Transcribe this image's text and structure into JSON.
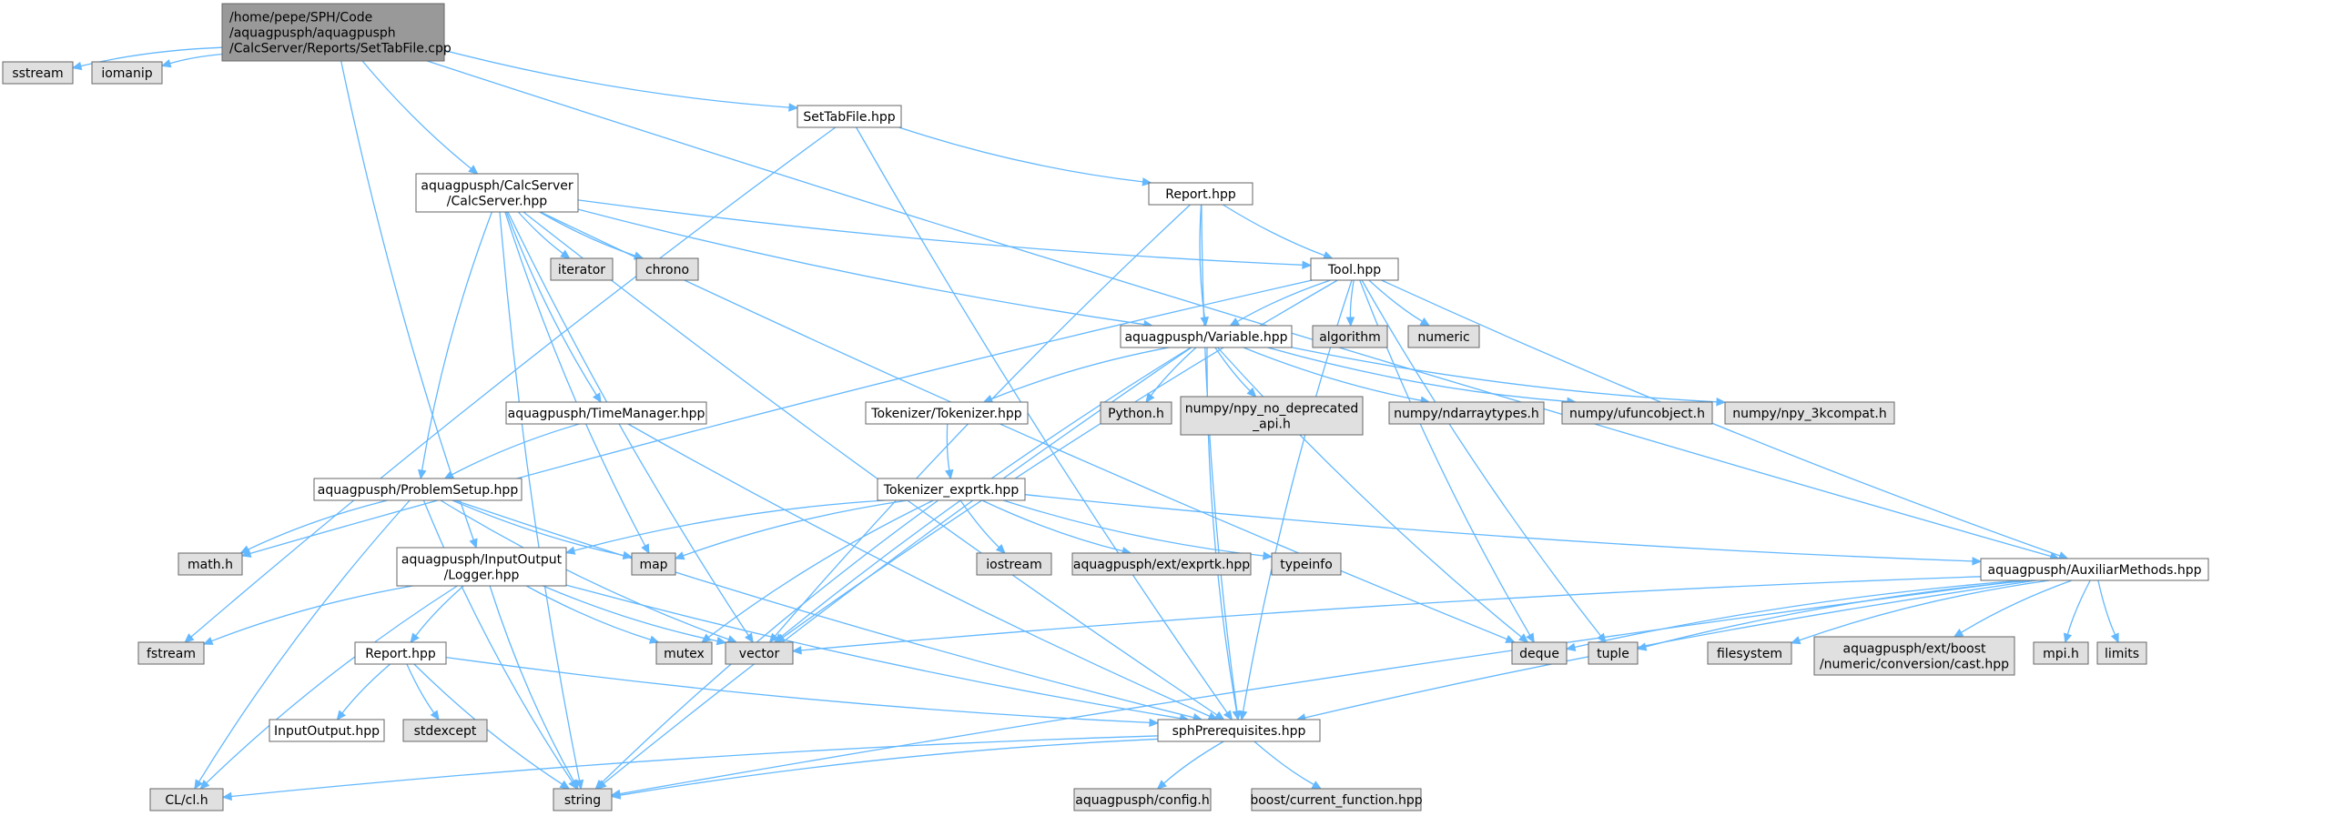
{
  "diagram": {
    "colors": {
      "edge": "#63b8ff",
      "node_project_fill": "#ffffff",
      "node_project_stroke": "#666666",
      "node_system_fill": "#e0e0e0",
      "node_system_stroke": "#999999",
      "node_root_fill": "#999999"
    },
    "nodes": [
      {
        "id": "root",
        "kind": "root",
        "lines": [
          "/home/pepe/SPH/Code",
          "/aquagpusph/aquagpusph",
          "/CalcServer/Reports/SetTabFile.cpp"
        ]
      },
      {
        "id": "sstream",
        "kind": "system",
        "lines": [
          "sstream"
        ]
      },
      {
        "id": "iomanip",
        "kind": "system",
        "lines": [
          "iomanip"
        ]
      },
      {
        "id": "settabfile_hpp",
        "kind": "project",
        "lines": [
          "SetTabFile.hpp"
        ]
      },
      {
        "id": "calcserver_hpp",
        "kind": "project",
        "lines": [
          "aquagpusph/CalcServer",
          "/CalcServer.hpp"
        ]
      },
      {
        "id": "report_hpp_a",
        "kind": "project",
        "lines": [
          "Report.hpp"
        ]
      },
      {
        "id": "iterator",
        "kind": "system",
        "lines": [
          "iterator"
        ]
      },
      {
        "id": "chrono",
        "kind": "system",
        "lines": [
          "chrono"
        ]
      },
      {
        "id": "tool_hpp",
        "kind": "project",
        "lines": [
          "Tool.hpp"
        ]
      },
      {
        "id": "algorithm",
        "kind": "system",
        "lines": [
          "algorithm"
        ]
      },
      {
        "id": "numeric",
        "kind": "system",
        "lines": [
          "numeric"
        ]
      },
      {
        "id": "variable_hpp",
        "kind": "project",
        "lines": [
          "aquagpusph/Variable.hpp"
        ]
      },
      {
        "id": "timemanager_hpp",
        "kind": "project",
        "lines": [
          "aquagpusph/TimeManager.hpp"
        ]
      },
      {
        "id": "tokenizer_hpp",
        "kind": "project",
        "lines": [
          "Tokenizer/Tokenizer.hpp"
        ]
      },
      {
        "id": "python_h",
        "kind": "system",
        "lines": [
          "Python.h"
        ]
      },
      {
        "id": "npy_no_dep",
        "kind": "system",
        "lines": [
          "numpy/npy_no_deprecated",
          "_api.h"
        ]
      },
      {
        "id": "ndarraytypes",
        "kind": "system",
        "lines": [
          "numpy/ndarraytypes.h"
        ]
      },
      {
        "id": "ufuncobject",
        "kind": "system",
        "lines": [
          "numpy/ufuncobject.h"
        ]
      },
      {
        "id": "npy_3kcompat",
        "kind": "system",
        "lines": [
          "numpy/npy_3kcompat.h"
        ]
      },
      {
        "id": "problemsetup_hpp",
        "kind": "project",
        "lines": [
          "aquagpusph/ProblemSetup.hpp"
        ]
      },
      {
        "id": "tokenizer_exprtk",
        "kind": "project",
        "lines": [
          "Tokenizer_exprtk.hpp"
        ]
      },
      {
        "id": "math_h",
        "kind": "system",
        "lines": [
          "math.h"
        ]
      },
      {
        "id": "map",
        "kind": "system",
        "lines": [
          "map"
        ]
      },
      {
        "id": "iostream",
        "kind": "system",
        "lines": [
          "iostream"
        ]
      },
      {
        "id": "exprtk",
        "kind": "system",
        "lines": [
          "aquagpusph/ext/exprtk.hpp"
        ]
      },
      {
        "id": "typeinfo",
        "kind": "system",
        "lines": [
          "typeinfo"
        ]
      },
      {
        "id": "logger_hpp",
        "kind": "project",
        "lines": [
          "aquagpusph/InputOutput",
          "/Logger.hpp"
        ]
      },
      {
        "id": "auxiliar_hpp",
        "kind": "project",
        "lines": [
          "aquagpusph/AuxiliarMethods.hpp"
        ]
      },
      {
        "id": "fstream",
        "kind": "system",
        "lines": [
          "fstream"
        ]
      },
      {
        "id": "mutex",
        "kind": "system",
        "lines": [
          "mutex"
        ]
      },
      {
        "id": "vector",
        "kind": "system",
        "lines": [
          "vector"
        ]
      },
      {
        "id": "deque",
        "kind": "system",
        "lines": [
          "deque"
        ]
      },
      {
        "id": "tuple",
        "kind": "system",
        "lines": [
          "tuple"
        ]
      },
      {
        "id": "filesystem",
        "kind": "system",
        "lines": [
          "filesystem"
        ]
      },
      {
        "id": "boost_cast",
        "kind": "system",
        "lines": [
          "aquagpusph/ext/boost",
          "/numeric/conversion/cast.hpp"
        ]
      },
      {
        "id": "mpi_h",
        "kind": "system",
        "lines": [
          "mpi.h"
        ]
      },
      {
        "id": "limits",
        "kind": "system",
        "lines": [
          "limits"
        ]
      },
      {
        "id": "report_hpp_b",
        "kind": "project",
        "lines": [
          "Report.hpp"
        ]
      },
      {
        "id": "inputoutput_hpp",
        "kind": "project",
        "lines": [
          "InputOutput.hpp"
        ]
      },
      {
        "id": "stdexcept",
        "kind": "system",
        "lines": [
          "stdexcept"
        ]
      },
      {
        "id": "sphprereq_hpp",
        "kind": "project",
        "lines": [
          "sphPrerequisites.hpp"
        ]
      },
      {
        "id": "cl_h",
        "kind": "system",
        "lines": [
          "CL/cl.h"
        ]
      },
      {
        "id": "string",
        "kind": "system",
        "lines": [
          "string"
        ]
      },
      {
        "id": "config_h",
        "kind": "system",
        "lines": [
          "aquagpusph/config.h"
        ]
      },
      {
        "id": "current_function",
        "kind": "system",
        "lines": [
          "boost/current_function.hpp"
        ]
      }
    ],
    "edges": [
      [
        "root",
        "sstream"
      ],
      [
        "root",
        "iomanip"
      ],
      [
        "root",
        "settabfile_hpp"
      ],
      [
        "root",
        "calcserver_hpp"
      ],
      [
        "root",
        "logger_hpp"
      ],
      [
        "root",
        "auxiliar_hpp"
      ],
      [
        "settabfile_hpp",
        "report_hpp_a"
      ],
      [
        "settabfile_hpp",
        "fstream"
      ],
      [
        "settabfile_hpp",
        "sphprereq_hpp"
      ],
      [
        "calcserver_hpp",
        "iterator"
      ],
      [
        "calcserver_hpp",
        "chrono"
      ],
      [
        "calcserver_hpp",
        "tool_hpp"
      ],
      [
        "calcserver_hpp",
        "variable_hpp"
      ],
      [
        "calcserver_hpp",
        "timemanager_hpp"
      ],
      [
        "calcserver_hpp",
        "problemsetup_hpp"
      ],
      [
        "calcserver_hpp",
        "map"
      ],
      [
        "calcserver_hpp",
        "vector"
      ],
      [
        "calcserver_hpp",
        "string"
      ],
      [
        "calcserver_hpp",
        "sphprereq_hpp"
      ],
      [
        "calcserver_hpp",
        "deque"
      ],
      [
        "report_hpp_a",
        "tool_hpp"
      ],
      [
        "report_hpp_a",
        "variable_hpp"
      ],
      [
        "report_hpp_a",
        "vector"
      ],
      [
        "report_hpp_a",
        "sphprereq_hpp"
      ],
      [
        "tool_hpp",
        "algorithm"
      ],
      [
        "tool_hpp",
        "numeric"
      ],
      [
        "tool_hpp",
        "variable_hpp"
      ],
      [
        "tool_hpp",
        "auxiliar_hpp"
      ],
      [
        "tool_hpp",
        "math_h"
      ],
      [
        "tool_hpp",
        "vector"
      ],
      [
        "tool_hpp",
        "deque"
      ],
      [
        "tool_hpp",
        "tuple"
      ],
      [
        "tool_hpp",
        "sphprereq_hpp"
      ],
      [
        "variable_hpp",
        "tokenizer_hpp"
      ],
      [
        "variable_hpp",
        "python_h"
      ],
      [
        "variable_hpp",
        "npy_no_dep"
      ],
      [
        "variable_hpp",
        "ndarraytypes"
      ],
      [
        "variable_hpp",
        "ufuncobject"
      ],
      [
        "variable_hpp",
        "npy_3kcompat"
      ],
      [
        "variable_hpp",
        "string"
      ],
      [
        "variable_hpp",
        "vector"
      ],
      [
        "variable_hpp",
        "deque"
      ],
      [
        "variable_hpp",
        "sphprereq_hpp"
      ],
      [
        "tokenizer_hpp",
        "tokenizer_exprtk"
      ],
      [
        "timemanager_hpp",
        "problemsetup_hpp"
      ],
      [
        "timemanager_hpp",
        "sphprereq_hpp"
      ],
      [
        "problemsetup_hpp",
        "math_h"
      ],
      [
        "problemsetup_hpp",
        "map"
      ],
      [
        "problemsetup_hpp",
        "vector"
      ],
      [
        "problemsetup_hpp",
        "cl_h"
      ],
      [
        "problemsetup_hpp",
        "string"
      ],
      [
        "problemsetup_hpp",
        "sphprereq_hpp"
      ],
      [
        "tokenizer_exprtk",
        "map"
      ],
      [
        "tokenizer_exprtk",
        "iostream"
      ],
      [
        "tokenizer_exprtk",
        "exprtk"
      ],
      [
        "tokenizer_exprtk",
        "typeinfo"
      ],
      [
        "tokenizer_exprtk",
        "logger_hpp"
      ],
      [
        "tokenizer_exprtk",
        "mutex"
      ],
      [
        "tokenizer_exprtk",
        "string"
      ],
      [
        "tokenizer_exprtk",
        "auxiliar_hpp"
      ],
      [
        "logger_hpp",
        "fstream"
      ],
      [
        "logger_hpp",
        "report_hpp_b"
      ],
      [
        "logger_hpp",
        "mutex"
      ],
      [
        "logger_hpp",
        "vector"
      ],
      [
        "logger_hpp",
        "cl_h"
      ],
      [
        "logger_hpp",
        "string"
      ],
      [
        "logger_hpp",
        "sphprereq_hpp"
      ],
      [
        "auxiliar_hpp",
        "vector"
      ],
      [
        "auxiliar_hpp",
        "deque"
      ],
      [
        "auxiliar_hpp",
        "tuple"
      ],
      [
        "auxiliar_hpp",
        "filesystem"
      ],
      [
        "auxiliar_hpp",
        "boost_cast"
      ],
      [
        "auxiliar_hpp",
        "mpi_h"
      ],
      [
        "auxiliar_hpp",
        "limits"
      ],
      [
        "auxiliar_hpp",
        "sphprereq_hpp"
      ],
      [
        "auxiliar_hpp",
        "string"
      ],
      [
        "report_hpp_b",
        "inputoutput_hpp"
      ],
      [
        "report_hpp_b",
        "stdexcept"
      ],
      [
        "report_hpp_b",
        "string"
      ],
      [
        "report_hpp_b",
        "sphprereq_hpp"
      ],
      [
        "sphprereq_hpp",
        "cl_h"
      ],
      [
        "sphprereq_hpp",
        "string"
      ],
      [
        "sphprereq_hpp",
        "config_h"
      ],
      [
        "sphprereq_hpp",
        "current_function"
      ]
    ]
  }
}
